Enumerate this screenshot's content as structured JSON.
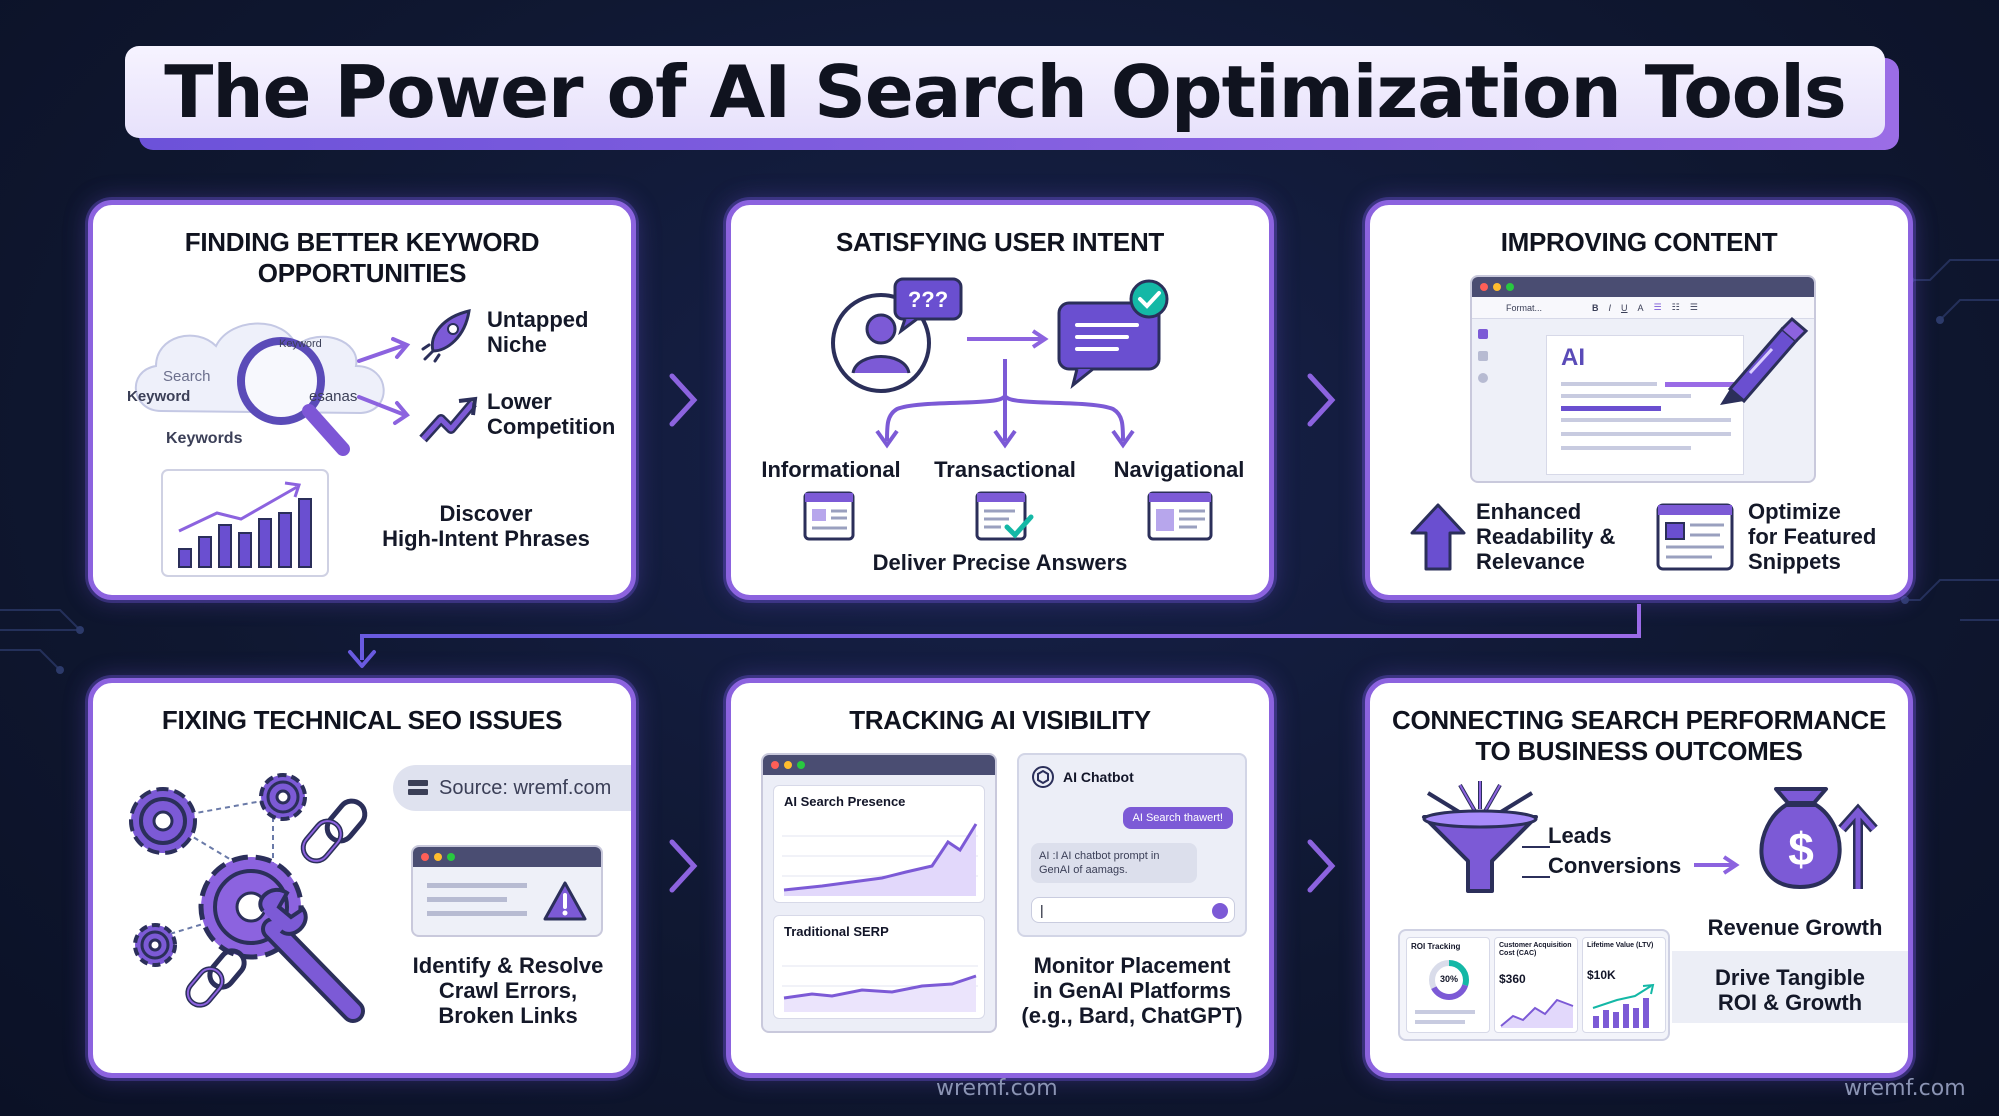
{
  "title": "The Power of AI Search Optimization Tools",
  "cards": [
    {
      "title_line1": "FINDING BETTER KEYWORD",
      "title_line2": "OPPORTUNITIES",
      "cloud_words": [
        "Search",
        "Keyword",
        "Keyword",
        "esanas",
        "Keywords"
      ],
      "untapped_1": "Untapped",
      "untapped_2": "Niche",
      "lower_1": "Lower",
      "lower_2": "Competition",
      "discover_1": "Discover",
      "discover_2": "High-Intent Phrases"
    },
    {
      "title": "SATISFYING USER INTENT",
      "bubble": "???",
      "types": [
        "Informational",
        "Transactional",
        "Navigational"
      ],
      "deliver": "Deliver Precise Answers"
    },
    {
      "title": "IMPROVING CONTENT",
      "editor_format": "Format...",
      "editor_tools": [
        "B",
        "I",
        "U",
        "A"
      ],
      "editor_text": "AI",
      "enhanced_1": "Enhanced",
      "enhanced_2": "Readability &",
      "enhanced_3": "Relevance",
      "optimize_1": "Optimize",
      "optimize_2": "for Featured",
      "optimize_3": "Snippets"
    },
    {
      "title": "FIXING TECHNICAL SEO ISSUES",
      "source": "Source: wremf.com",
      "identify_1": "Identify & Resolve",
      "identify_2": "Crawl Errors,",
      "identify_3": "Broken Links"
    },
    {
      "title": "TRACKING AI VISIBILITY",
      "panel1": "AI Search Presence",
      "panel2": "Traditional SERP",
      "chatbot": "AI Chatbot",
      "chat_user": "AI Search thawert!",
      "chat_bot": "AI :I AI chatbot prompt in GenAI of aamags.",
      "chat_input": "|",
      "monitor_1": "Monitor Placement",
      "monitor_2": "in GenAI Platforms",
      "monitor_3": "(e.g., Bard, ChatGPT)"
    },
    {
      "title_line1": "CONNECTING SEARCH PERFORMANCE",
      "title_line2": "TO BUSINESS OUTCOMES",
      "leads": "Leads",
      "conversions": "Conversions",
      "revenue": "Revenue Growth",
      "roi_label": "ROI Tracking",
      "roi_value": "30%",
      "cac_label": "Customer Acquisition Cost (CAC)",
      "cac_value": "$360",
      "ltv_label": "Lifetime Value (LTV)",
      "ltv_value": "$10K",
      "drive_1": "Drive Tangible",
      "drive_2": "ROI & Growth"
    }
  ],
  "footer_center": "wremf.com",
  "footer_right": "wremf.com",
  "colors": {
    "background": "#0f1730",
    "accent": "#8c63df",
    "accent_dark": "#5a3fc0",
    "text": "#141828"
  }
}
